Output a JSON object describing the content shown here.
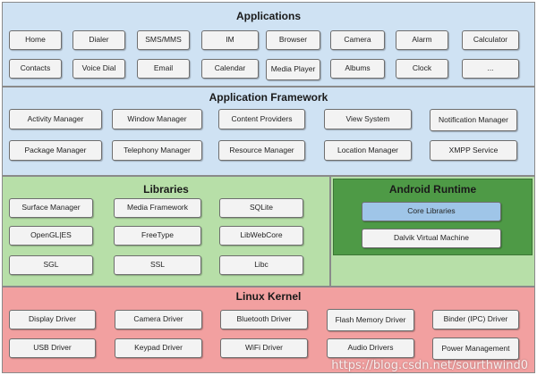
{
  "colors": {
    "applications": "#cfe2f3",
    "framework": "#cfe2f3",
    "libraries": "#b7dfa8",
    "runtime": "#4e9a46",
    "runtime_inner": "#b7dfa8",
    "core_libraries": "#9fc5e8",
    "kernel": "#f2a0a0"
  },
  "layers": {
    "applications": {
      "title": "Applications",
      "row1": [
        "Home",
        "Dialer",
        "SMS/MMS",
        "IM",
        "Browser",
        "Camera",
        "Alarm",
        "Calculator"
      ],
      "row2": [
        "Contacts",
        "Voice Dial",
        "Email",
        "Calendar",
        "Media Player",
        "Albums",
        "Clock",
        "..."
      ]
    },
    "framework": {
      "title": "Application Framework",
      "row1": [
        "Activity Manager",
        "Window Manager",
        "Content Providers",
        "View System",
        "Notification Manager"
      ],
      "row2": [
        "Package Manager",
        "Telephony Manager",
        "Resource Manager",
        "Location Manager",
        "XMPP Service"
      ]
    },
    "libraries": {
      "title": "Libraries",
      "row1": [
        "Surface Manager",
        "Media Framework",
        "SQLite"
      ],
      "row2": [
        "OpenGL|ES",
        "FreeType",
        "LibWebCore"
      ],
      "row3": [
        "SGL",
        "SSL",
        "Libc"
      ]
    },
    "runtime": {
      "title": "Android Runtime",
      "items": [
        "Core Libraries",
        "Dalvik Virtual Machine"
      ]
    },
    "kernel": {
      "title": "Linux Kernel",
      "row1": [
        "Display Driver",
        "Camera Driver",
        "Bluetooth Driver",
        "Flash Memory Driver",
        "Binder (IPC) Driver"
      ],
      "row2": [
        "USB Driver",
        "Keypad Driver",
        "WiFi Driver",
        "Audio Drivers",
        "Power Management"
      ]
    }
  },
  "watermark": "https://blog.csdn.net/sourthwind0"
}
